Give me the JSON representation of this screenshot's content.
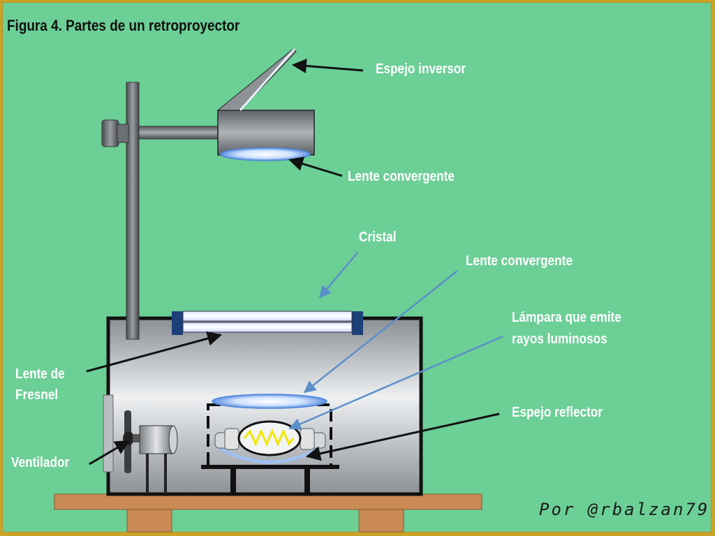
{
  "title": "Figura 4. Partes de un retroproyector",
  "labels": {
    "espejo_inversor": "Espejo inversor",
    "lente_convergente_top": "Lente convergente",
    "cristal": "Cristal",
    "lente_convergente_mid": "Lente convergente",
    "lampara_line1": "Lámpara    que    emite",
    "lampara_line2": "rayos luminosos",
    "espejo_reflector": "Espejo reflector",
    "lente_fresnel_line1": "Lente  de",
    "lente_fresnel_line2": "Fresnel",
    "ventilador": "Ventilador"
  },
  "signature": "Por @rbalzan79",
  "colors": {
    "background": "#6ccf96",
    "border": "#c9a227",
    "label": "#ffffff",
    "black_arrow": "#111111",
    "blue_arrow": "#5b8fc9",
    "filament": "#f2e600",
    "wood": "#c98a55"
  }
}
